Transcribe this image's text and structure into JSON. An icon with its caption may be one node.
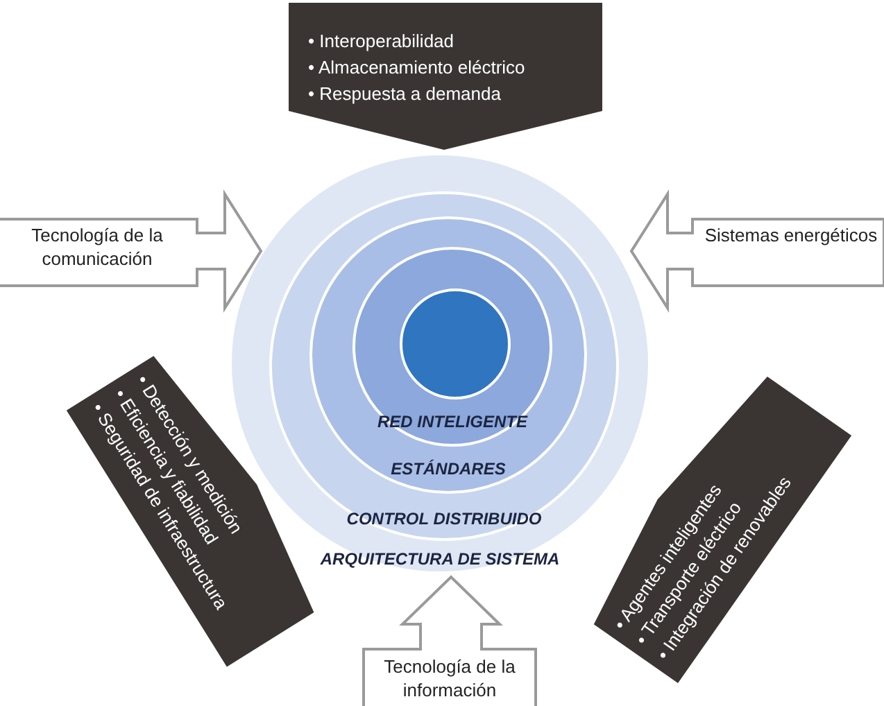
{
  "diagram": {
    "nodes": [
      {
        "text": [
          "• Interoperabilidad",
          "• Almacenamiento eléctrico",
          "• Respuesta a demanda"
        ]
      },
      {
        "text": [
          "Tecnología de la comunicación"
        ]
      },
      {
        "text": [
          "Sistemas energéticos"
        ]
      },
      {
        "text": [
          "ARQUITECTURA DE SISTEMA"
        ]
      },
      {
        "text": [
          "CONTROL DISTRIBUIDO"
        ],
        "in": 3
      },
      {
        "text": [
          "ESTÁNDARES"
        ],
        "in": 4
      },
      {
        "text": [
          "RED INTELIGENTE"
        ],
        "in": 5
      },
      {
        "text": [],
        "shape": "circle",
        "in": 6
      },
      {
        "text": [
          "• Detección y medición",
          "• Eficiencia y fiabilidad",
          "• Seguridad de infraestructura"
        ]
      },
      {
        "text": [
          "• Agentes inteligentes",
          "• Transporte eléctrico",
          "• Integración de renovables"
        ]
      },
      {
        "text": [
          "Tecnología de la información"
        ]
      }
    ]
  }
}
